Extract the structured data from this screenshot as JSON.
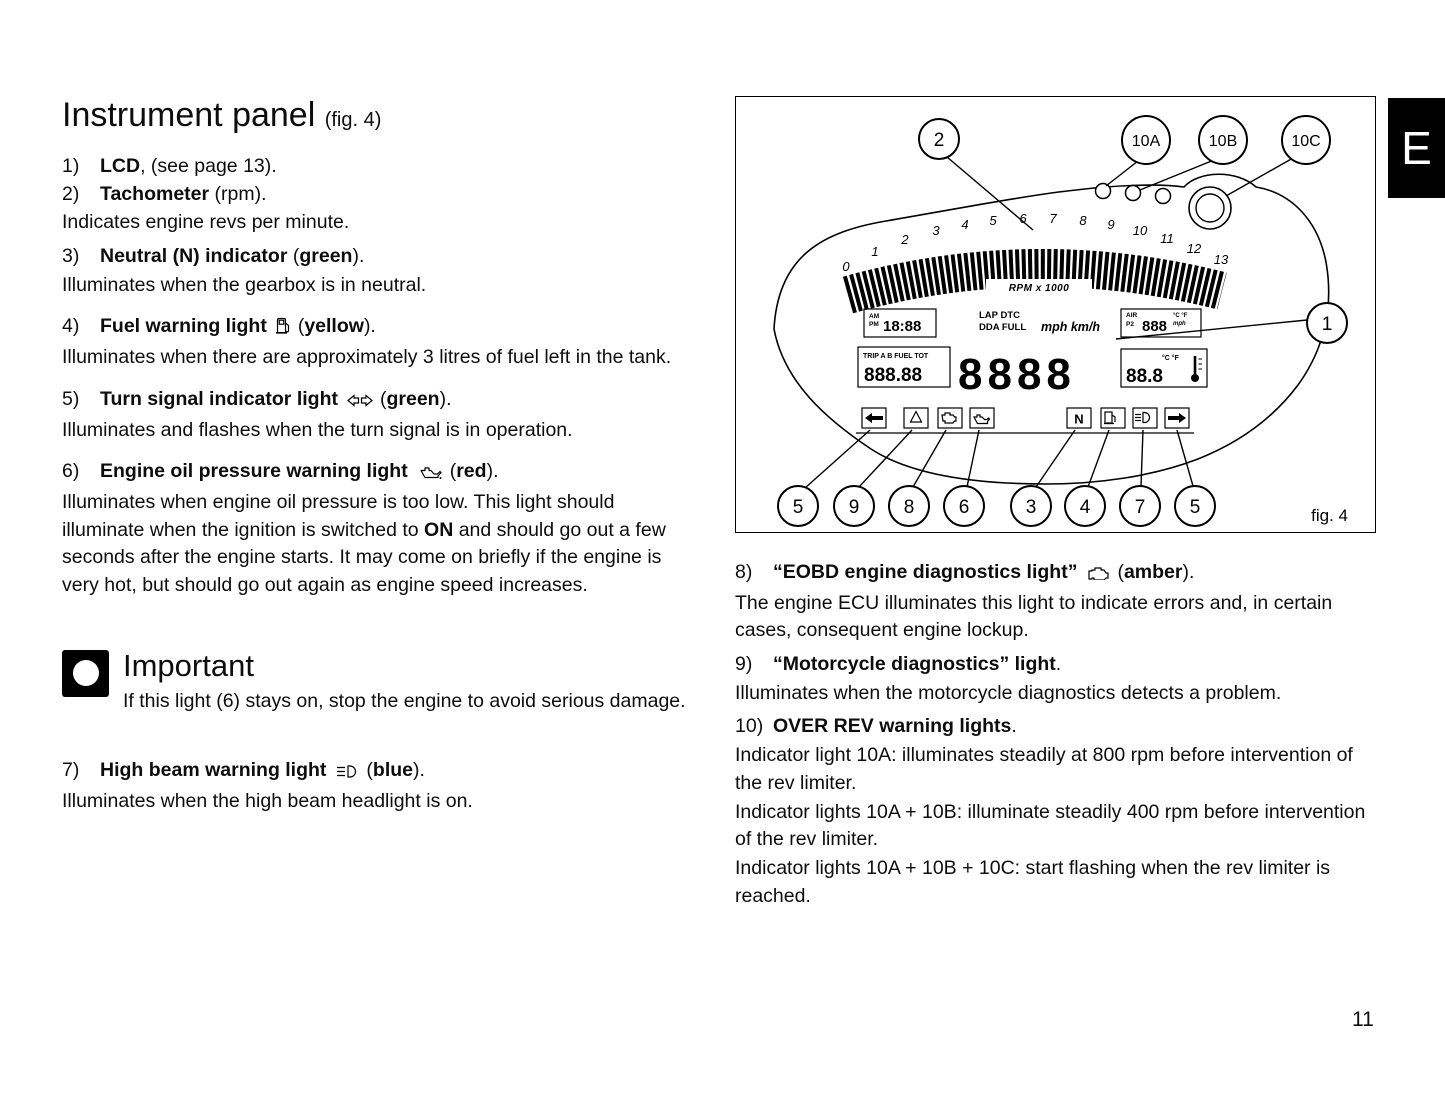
{
  "page": {
    "number": "11"
  },
  "section_tab": "E",
  "title": {
    "main": "Instrument panel",
    "fig_ref": "(fig. 4)"
  },
  "items": {
    "i1": {
      "num": "1)",
      "label": "LCD",
      "rest": ", (see page 13)."
    },
    "i2": {
      "num": "2)",
      "label": "Tachometer",
      "rest": " (rpm).",
      "desc": "Indicates engine revs per minute."
    },
    "i3": {
      "num": "3)",
      "label": "Neutral (N) indicator",
      "pre": " (",
      "color": "green",
      "post": ").",
      "desc": "Illuminates when the gearbox is in neutral."
    },
    "i4": {
      "num": "4)",
      "label": "Fuel warning light",
      "icon": "fuel-pump-icon",
      "pre": "(",
      "color": "yellow",
      "post": ").",
      "desc": "Illuminates when there are approximately 3 litres of fuel left in the tank."
    },
    "i5": {
      "num": "5)",
      "label": "Turn signal indicator light",
      "icon": "turn-signal-icon",
      "pre": "(",
      "color": "green",
      "post": ").",
      "desc": "Illuminates and flashes when the turn signal is in operation."
    },
    "i6": {
      "num": "6)",
      "label": "Engine oil pressure warning light",
      "icon": "oil-can-icon",
      "pre": "(",
      "color": "red",
      "post": ").",
      "desc_pre": "Illuminates when engine oil pressure is too low. This light should illuminate when the ignition is switched to ",
      "desc_bold": "ON",
      "desc_post": " and should go out a few seconds after the engine starts. It may come on briefly if the engine is very hot, but should go out again as engine speed increases."
    },
    "i7": {
      "num": "7)",
      "label": "High beam warning light",
      "icon": "high-beam-icon",
      "pre": "(",
      "color": "blue",
      "post": ").",
      "desc": "Illuminates when the high beam headlight is on."
    },
    "i8": {
      "num": "8)",
      "label": "“EOBD engine diagnostics light”",
      "icon": "engine-icon",
      "pre": "(",
      "color": "amber",
      "post": ").",
      "desc": "The engine ECU illuminates this light to indicate errors and, in certain cases, consequent engine lockup."
    },
    "i9": {
      "num": "9)",
      "label": "“Motorcycle diagnostics” light",
      "rest": ".",
      "desc": "Illuminates when the motorcycle diagnostics detects a problem."
    },
    "i10": {
      "num": "10)",
      "label": "OVER REV warning lights",
      "rest": ".",
      "lines": [
        "Indicator light 10A: illuminates steadily at 800 rpm before intervention of the rev limiter.",
        "Indicator lights 10A + 10B: illuminate steadily 400 rpm before intervention of the rev limiter.",
        "Indicator lights 10A + 10B + 10C: start flashing when the rev limiter is reached."
      ]
    }
  },
  "important": {
    "heading": "Important",
    "body": "If this light (6) stays on, stop the engine to avoid serious damage."
  },
  "figure": {
    "caption": "fig. 4",
    "callouts_top": [
      "2",
      "10A",
      "10B",
      "10C"
    ],
    "callout_lcd": "1",
    "callouts_bottom": [
      "5",
      "9",
      "8",
      "6",
      "3",
      "4",
      "7",
      "5"
    ],
    "tach_numbers": [
      "0",
      "1",
      "2",
      "3",
      "4",
      "5",
      "6",
      "7",
      "8",
      "9",
      "10",
      "11",
      "12",
      "13"
    ],
    "rpm_label": "RPM x 1000",
    "lcd": {
      "am": "AM",
      "pm": "PM",
      "clock": "18:88",
      "lap_dtc": "LAP DTC",
      "dda_full": "DDA FULL",
      "units": "mph km/h",
      "air": "AIR",
      "p2": "P2",
      "aux_value": "888",
      "aux_units_1": "°C °F",
      "aux_units_2": "mph",
      "trip_labels": "TRIP A B  FUEL TOT",
      "odo_value": "888.88",
      "main_value": "8888",
      "temp_value": "88.8",
      "temp_units": "°C °F",
      "neutral": "N"
    },
    "indicator_icons": [
      "turn-left-icon",
      "diagnostics-icon",
      "engine-icon",
      "oil-can-icon",
      "neutral-indicator",
      "fuel-pump-icon",
      "high-beam-icon",
      "turn-right-icon"
    ]
  },
  "colors": {
    "ink": "#0d0d0d",
    "paper": "#ffffff",
    "tab": "#000000"
  }
}
